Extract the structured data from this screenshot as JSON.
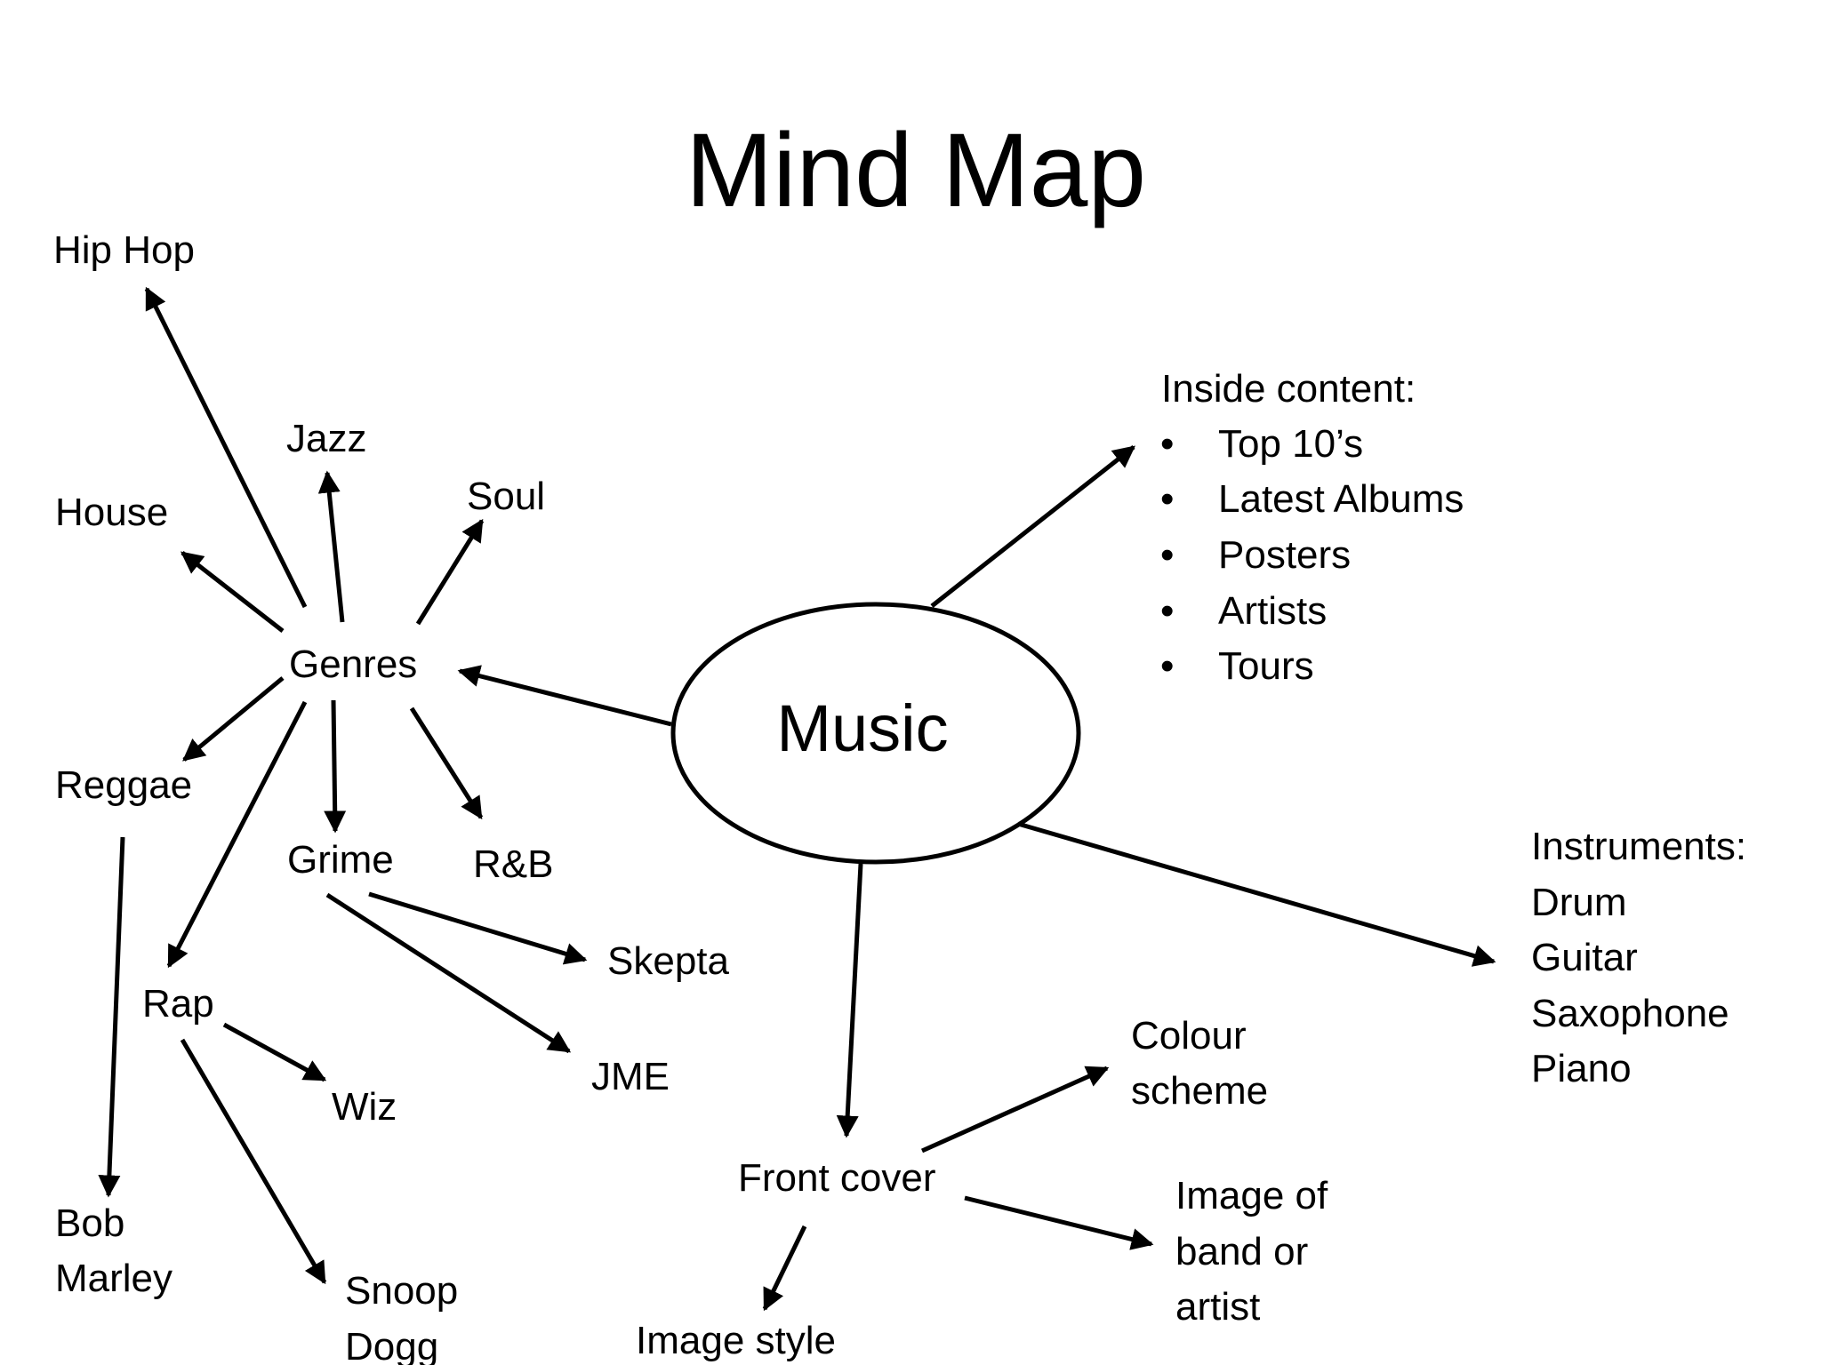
{
  "title": "Mind Map",
  "center": "Music",
  "colors": {
    "ink": "#000000",
    "background": "#ffffff"
  },
  "nodes": {
    "genres": "Genres",
    "hip_hop": "Hip Hop",
    "jazz": "Jazz",
    "house": "House",
    "soul": "Soul",
    "reggae": "Reggae",
    "grime": "Grime",
    "rnb": "R&B",
    "rap": "Rap",
    "skepta": "Skepta",
    "jme": "JME",
    "wiz": "Wiz",
    "bob_marley": [
      "Bob",
      "Marley"
    ],
    "snoop_dogg": [
      "Snoop",
      "Dogg"
    ],
    "front_cover": "Front cover",
    "image_style": "Image style",
    "colour_scheme": [
      "Colour",
      "scheme"
    ],
    "image_of_band": [
      "Image of",
      "band or",
      "artist"
    ]
  },
  "inside_content": {
    "heading": "Inside content:",
    "bullet": "•",
    "items": [
      "Top 10’s",
      "Latest Albums",
      "Posters",
      "Artists",
      "Tours"
    ]
  },
  "instruments": {
    "heading": "Instruments:",
    "items": [
      "Drum",
      "Guitar",
      "Saxophone",
      "Piano"
    ]
  }
}
